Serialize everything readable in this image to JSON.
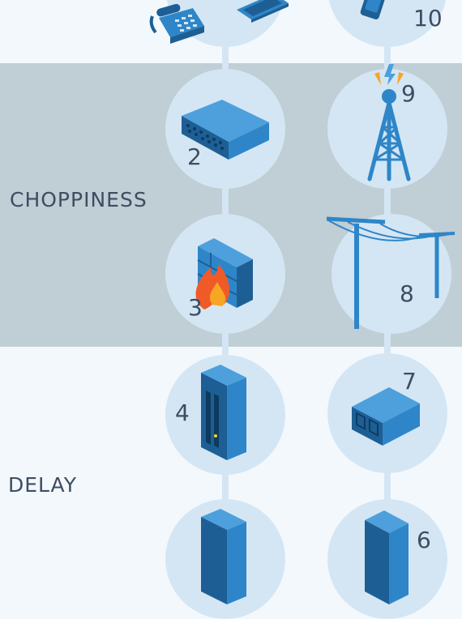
{
  "sections": {
    "choppiness": "CHOPPINESS",
    "delay": "DELAY"
  },
  "nodes": {
    "n2": "2",
    "n3": "3",
    "n4": "4",
    "n6": "6",
    "n7": "7",
    "n8": "8",
    "n9": "9",
    "n10": "10"
  },
  "colors": {
    "band_light": "#f3f8fd",
    "band_gray": "#c0ced5",
    "node_fill": "#d4e6f4",
    "icon_blue": "#2e86c8",
    "label_text": "#3d4d63"
  },
  "icons": {
    "top_left": [
      "desk-phone-icon",
      "laptop-icon"
    ],
    "top_right": "mobile-phone-icon",
    "n2": "network-switch-icon",
    "n3": "firewall-icon",
    "n4": "server-tower-icon",
    "n6": "server-tower-icon",
    "n7": "rack-server-icon",
    "n8": "power-line-icon",
    "n9": "cell-tower-icon"
  }
}
